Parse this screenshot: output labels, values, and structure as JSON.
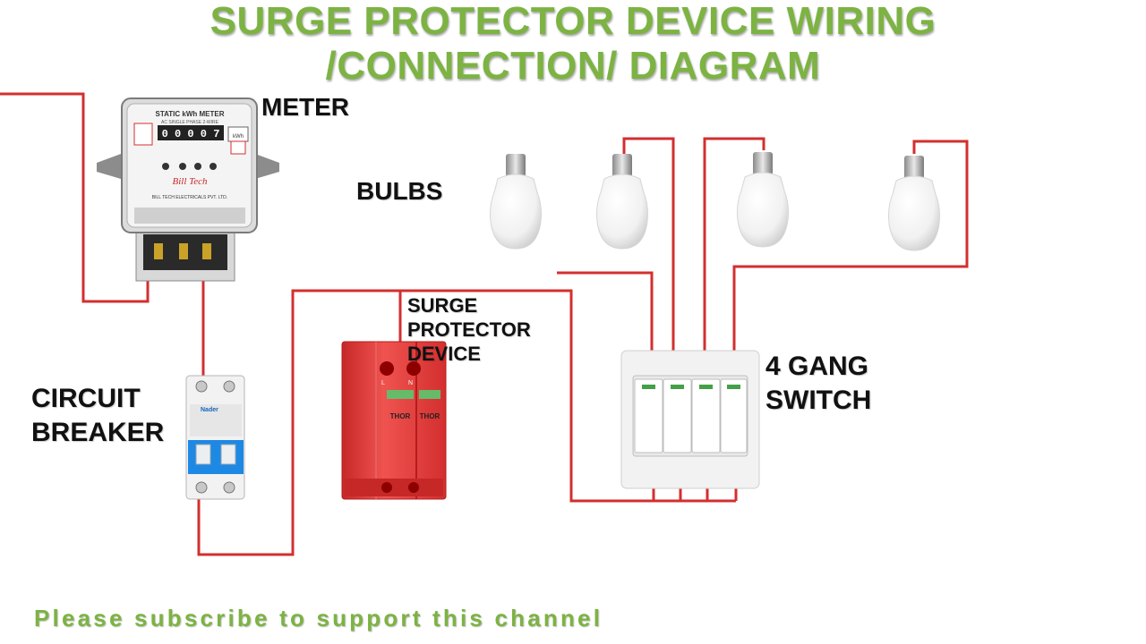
{
  "title": {
    "line1": "SURGE PROTECTOR DEVICE WIRING",
    "line2": "/CONNECTION/ DIAGRAM"
  },
  "labels": {
    "meter": "METER",
    "bulbs": "BULBS",
    "circuit_breaker_line1": "CIRCUIT",
    "circuit_breaker_line2": "BREAKER",
    "spd_line1": "SURGE",
    "spd_line2": "PROTECTOR",
    "spd_line3": "DEVICE",
    "switch_line1": "4 GANG",
    "switch_line2": "SWITCH"
  },
  "meter_face": {
    "line1": "STATIC kWh METER",
    "line2": "AC SINGLE PHASE 2-WIRE",
    "reading": "0 0 0 0 7",
    "unit": "kWh",
    "brand": "Bill Tech",
    "maker": "BILL TECH ELECTRICALS PVT. LTD."
  },
  "breaker_face": {
    "brand": "Nader"
  },
  "spd_face": {
    "brand1": "THOR",
    "brand2": "THOR",
    "term_l": "L",
    "term_n": "N"
  },
  "footer": "Please subscribe to support this channel",
  "colors": {
    "title_green": "#7cb342",
    "wire_red": "#d32f2f",
    "spd_red": "#e53935"
  }
}
